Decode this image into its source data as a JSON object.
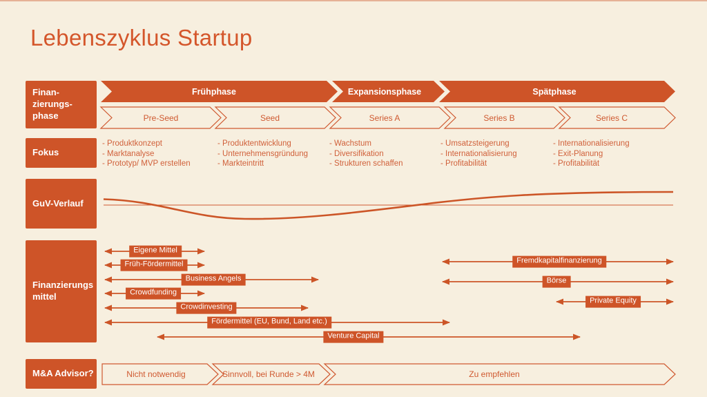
{
  "title": "Lebenszyklus Startup",
  "colors": {
    "background": "#f7efdf",
    "accent": "#ce5428",
    "outline": "#cf5930",
    "text_orange": "#d0603a",
    "label_text": "#ffffff"
  },
  "sidebar": {
    "rows": [
      {
        "label": "Finan-\nzierungs-\nphase"
      },
      {
        "label": "Fokus"
      },
      {
        "label": "GuV-Verlauf"
      },
      {
        "label": "Finanzierungs\nmittel"
      },
      {
        "label": "M&A Advisor?"
      }
    ]
  },
  "phases": [
    {
      "label": "Frühphase"
    },
    {
      "label": "Expansionsphase"
    },
    {
      "label": "Spätphase"
    }
  ],
  "stages": [
    {
      "label": "Pre-Seed"
    },
    {
      "label": "Seed"
    },
    {
      "label": "Series A"
    },
    {
      "label": "Series B"
    },
    {
      "label": "Series C"
    }
  ],
  "fokus": {
    "columns": [
      {
        "items": [
          "- Produktkonzept",
          "- Marktanalyse",
          "- Prototyp/ MVP erstellen"
        ]
      },
      {
        "items": [
          "- Produktentwicklung",
          "- Unternehmensgründung",
          "- Markteintritt"
        ]
      },
      {
        "items": [
          "- Wachstum",
          "- Diversifikation",
          "- Strukturen schaffen"
        ]
      },
      {
        "items": [
          "- Umsatzsteigerung",
          "- Internationalisierung",
          "- Profitabilität"
        ]
      },
      {
        "items": [
          "- Internationalisierung",
          "- Exit-Planung",
          "- Profitabilität"
        ]
      }
    ]
  },
  "funding_instruments": [
    {
      "label": "Eigene Mittel"
    },
    {
      "label": "Früh-Fördermittel"
    },
    {
      "label": "Business Angels"
    },
    {
      "label": "Crowdfunding"
    },
    {
      "label": "Crowdinvesting"
    },
    {
      "label": "Fördermittel (EU, Bund, Land etc.)"
    },
    {
      "label": "Venture Capital"
    },
    {
      "label": "Fremdkapitalfinanzierung"
    },
    {
      "label": "Börse"
    },
    {
      "label": "Private Equity"
    }
  ],
  "ma_advisor": [
    {
      "label": "Nicht notwendig"
    },
    {
      "label": "Sinnvoll, bei Runde > 4M"
    },
    {
      "label": "Zu empfehlen"
    }
  ]
}
